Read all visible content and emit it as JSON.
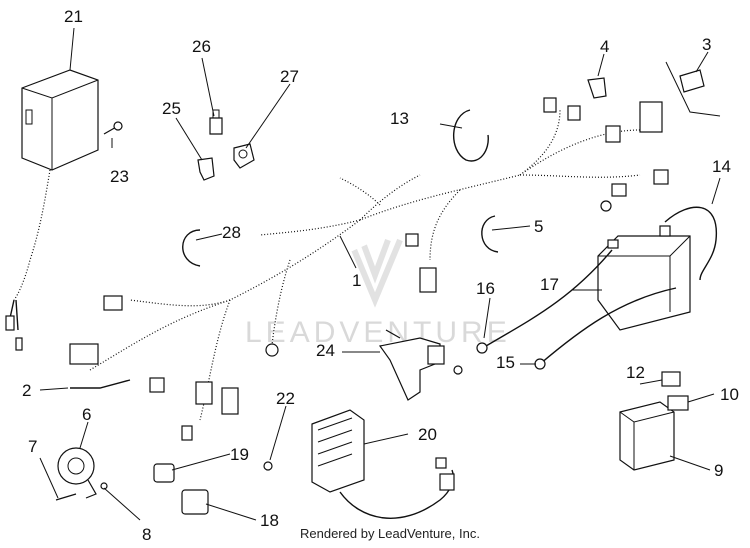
{
  "watermark": "LEADVENTURE",
  "credit": "Rendered by LeadVenture, Inc.",
  "callouts": [
    {
      "id": "1",
      "label": "1"
    },
    {
      "id": "2",
      "label": "2"
    },
    {
      "id": "3",
      "label": "3"
    },
    {
      "id": "4",
      "label": "4"
    },
    {
      "id": "5",
      "label": "5"
    },
    {
      "id": "6",
      "label": "6"
    },
    {
      "id": "7",
      "label": "7"
    },
    {
      "id": "8",
      "label": "8"
    },
    {
      "id": "9",
      "label": "9"
    },
    {
      "id": "10",
      "label": "10"
    },
    {
      "id": "12",
      "label": "12"
    },
    {
      "id": "13",
      "label": "13"
    },
    {
      "id": "14",
      "label": "14"
    },
    {
      "id": "15",
      "label": "15"
    },
    {
      "id": "16",
      "label": "16"
    },
    {
      "id": "17",
      "label": "17"
    },
    {
      "id": "18",
      "label": "18"
    },
    {
      "id": "19",
      "label": "19"
    },
    {
      "id": "20",
      "label": "20"
    },
    {
      "id": "21",
      "label": "21"
    },
    {
      "id": "22",
      "label": "22"
    },
    {
      "id": "23",
      "label": "23"
    },
    {
      "id": "24",
      "label": "24"
    },
    {
      "id": "25",
      "label": "25"
    },
    {
      "id": "26",
      "label": "26"
    },
    {
      "id": "27",
      "label": "27"
    },
    {
      "id": "28",
      "label": "28"
    }
  ]
}
